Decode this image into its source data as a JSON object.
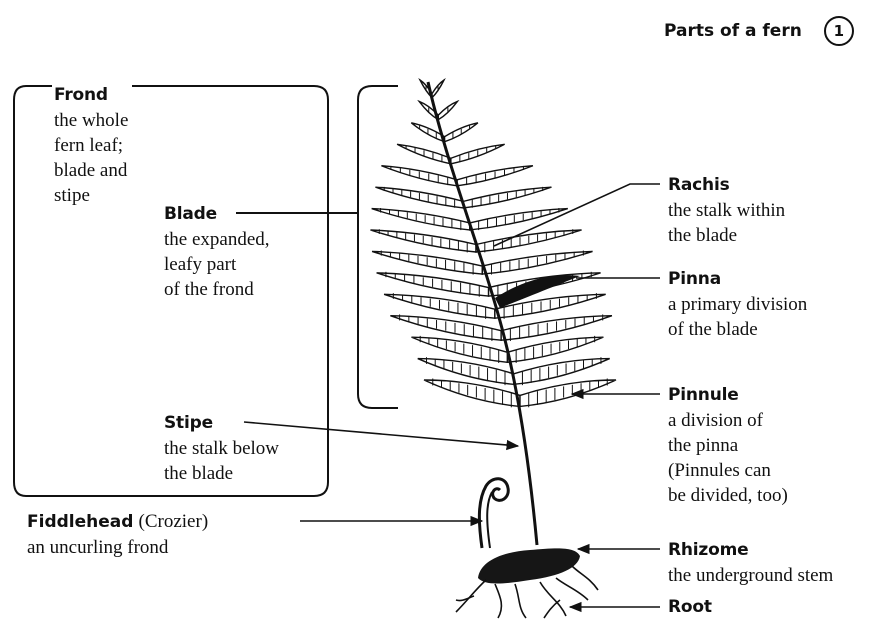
{
  "title": "Parts of a fern",
  "page_number": "1",
  "labels": {
    "frond": {
      "term": "Frond",
      "lines": [
        "the whole",
        "fern leaf;",
        "blade and",
        "stipe"
      ]
    },
    "blade": {
      "term": "Blade",
      "lines": [
        "the expanded,",
        "leafy part",
        "of the frond"
      ]
    },
    "stipe": {
      "term": "Stipe",
      "lines": [
        "the stalk below",
        "the blade"
      ]
    },
    "fiddlehead": {
      "term": "Fiddlehead",
      "note": "(Crozier)",
      "lines": [
        "an uncurling frond"
      ]
    },
    "rachis": {
      "term": "Rachis",
      "lines": [
        "the stalk within",
        "the blade"
      ]
    },
    "pinna": {
      "term": "Pinna",
      "lines": [
        "a primary division",
        "of the blade"
      ]
    },
    "pinnule": {
      "term": "Pinnule",
      "lines": [
        "a division of",
        "the pinna",
        "(Pinnules can",
        "be divided, too)"
      ]
    },
    "rhizome": {
      "term": "Rhizome",
      "lines": [
        "the underground stem"
      ]
    },
    "root": {
      "term": "Root",
      "lines": []
    }
  }
}
